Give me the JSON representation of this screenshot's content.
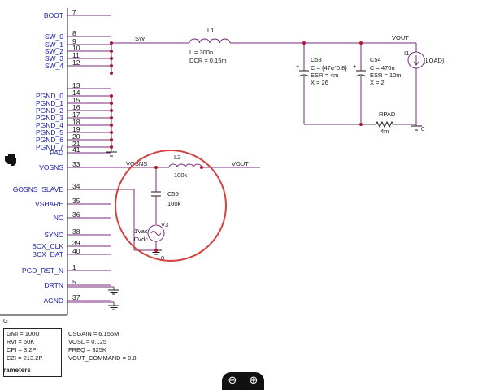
{
  "ic": {
    "pins": [
      {
        "name": "BOOT",
        "num": "7"
      },
      {
        "name": "SW_0",
        "num": "8"
      },
      {
        "name": "SW_1",
        "num": "9"
      },
      {
        "name": "SW_2",
        "num": "10"
      },
      {
        "name": "SW_3",
        "num": "11"
      },
      {
        "name": "SW_4",
        "num": "12"
      },
      {
        "name": "",
        "num": "13"
      },
      {
        "name": "PGND_0",
        "num": "14"
      },
      {
        "name": "PGND_1",
        "num": "15"
      },
      {
        "name": "PGND_2",
        "num": "16"
      },
      {
        "name": "PGND_3",
        "num": "17"
      },
      {
        "name": "PGND_4",
        "num": "18"
      },
      {
        "name": "PGND_5",
        "num": "19"
      },
      {
        "name": "PGND_6",
        "num": "20"
      },
      {
        "name": "PGND_7",
        "num": "21"
      },
      {
        "name": "PAD",
        "num": "41"
      },
      {
        "name": "VOSNS",
        "num": "33"
      },
      {
        "name": "GOSNS_SLAVE",
        "num": "34"
      },
      {
        "name": "VSHARE",
        "num": "35"
      },
      {
        "name": "NC",
        "num": "36"
      },
      {
        "name": "SYNC",
        "num": "38"
      },
      {
        "name": "BCX_CLK",
        "num": "39"
      },
      {
        "name": "BCX_DAT",
        "num": "40"
      },
      {
        "name": "PGD_RST_N",
        "num": "1"
      },
      {
        "name": "DRTN",
        "num": "5"
      },
      {
        "name": "AGND",
        "num": "37"
      }
    ],
    "bottom_char": "G"
  },
  "nets": {
    "sw": "SW",
    "vout_top": "VOUT",
    "vosns": "VOSNS",
    "vout_mid": "VOUT",
    "ground": "0"
  },
  "components": {
    "L1": {
      "name": "L1",
      "value": "L = 300n",
      "dcr": "DCR = 0.15m"
    },
    "C53": {
      "name": "C53",
      "c": "C = {47u*0.8}",
      "esr": "ESR = 4m",
      "x": "X = 26"
    },
    "C54": {
      "name": "C54",
      "c": "C = 470u",
      "esr": "ESR = 10m",
      "x": "X = 2"
    },
    "I1": {
      "name": "I1",
      "value": "{LOAD}"
    },
    "RPAD": {
      "name": "RPAD",
      "value": "4m"
    },
    "L2": {
      "name": "L2",
      "value": "100k"
    },
    "C55": {
      "name": "C55",
      "value": "100k"
    },
    "V3": {
      "name": "V3",
      "vac": "1Vac",
      "vdc": "0Vdc"
    }
  },
  "params": {
    "col1": [
      "GMI = 100U",
      "RVI = 60K",
      "CPI = 3.2P",
      "CZI = 213.2P"
    ],
    "col2": [
      "CSGAIN = 6.155M",
      "VOSL = 0.125",
      "FREQ = 325K",
      "VOUT_COMMAND = 0.8"
    ],
    "footer": "rameters"
  },
  "toolbar": {
    "zoom_out_icon": "zoom-out-icon",
    "zoom_in_icon": "zoom-in-icon"
  },
  "colors": {
    "wire": "#7a2a80",
    "junction": "#b0142a",
    "pin_label": "#1a1aa8",
    "highlight_circle": "#d0433f"
  }
}
